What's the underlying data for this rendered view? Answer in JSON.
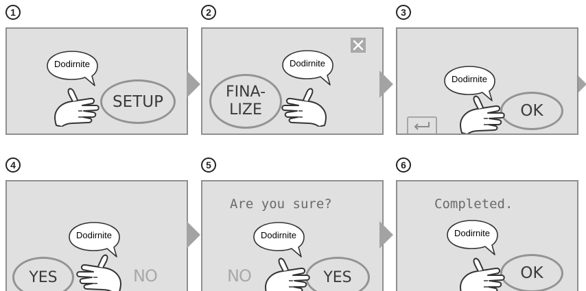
{
  "steps": [
    {
      "number": "1",
      "bubble": "Dodirnite",
      "button": "SETUP"
    },
    {
      "number": "2",
      "bubble": "Dodirnite",
      "button_line1": "FINA-",
      "button_line2": "LIZE"
    },
    {
      "number": "3",
      "bubble": "Dodirnite",
      "button": "OK"
    },
    {
      "number": "4",
      "bubble": "Dodirnite",
      "yes": "YES",
      "no": "NO"
    },
    {
      "number": "5",
      "bubble": "Dodirnite",
      "message": "Are you sure?",
      "yes": "YES",
      "no": "NO"
    },
    {
      "number": "6",
      "bubble": "Dodirnite",
      "message": "Completed.",
      "button": "OK"
    }
  ],
  "icons": {
    "close": "close-icon",
    "return": "return-icon",
    "hand": "pointing-hand-icon",
    "arrow": "next-step-arrow-icon"
  },
  "colors": {
    "screen_bg": "#e0e0e0",
    "screen_border": "#8e8e8e",
    "button_outline": "#939393",
    "arrow": "#a3a3a3"
  }
}
